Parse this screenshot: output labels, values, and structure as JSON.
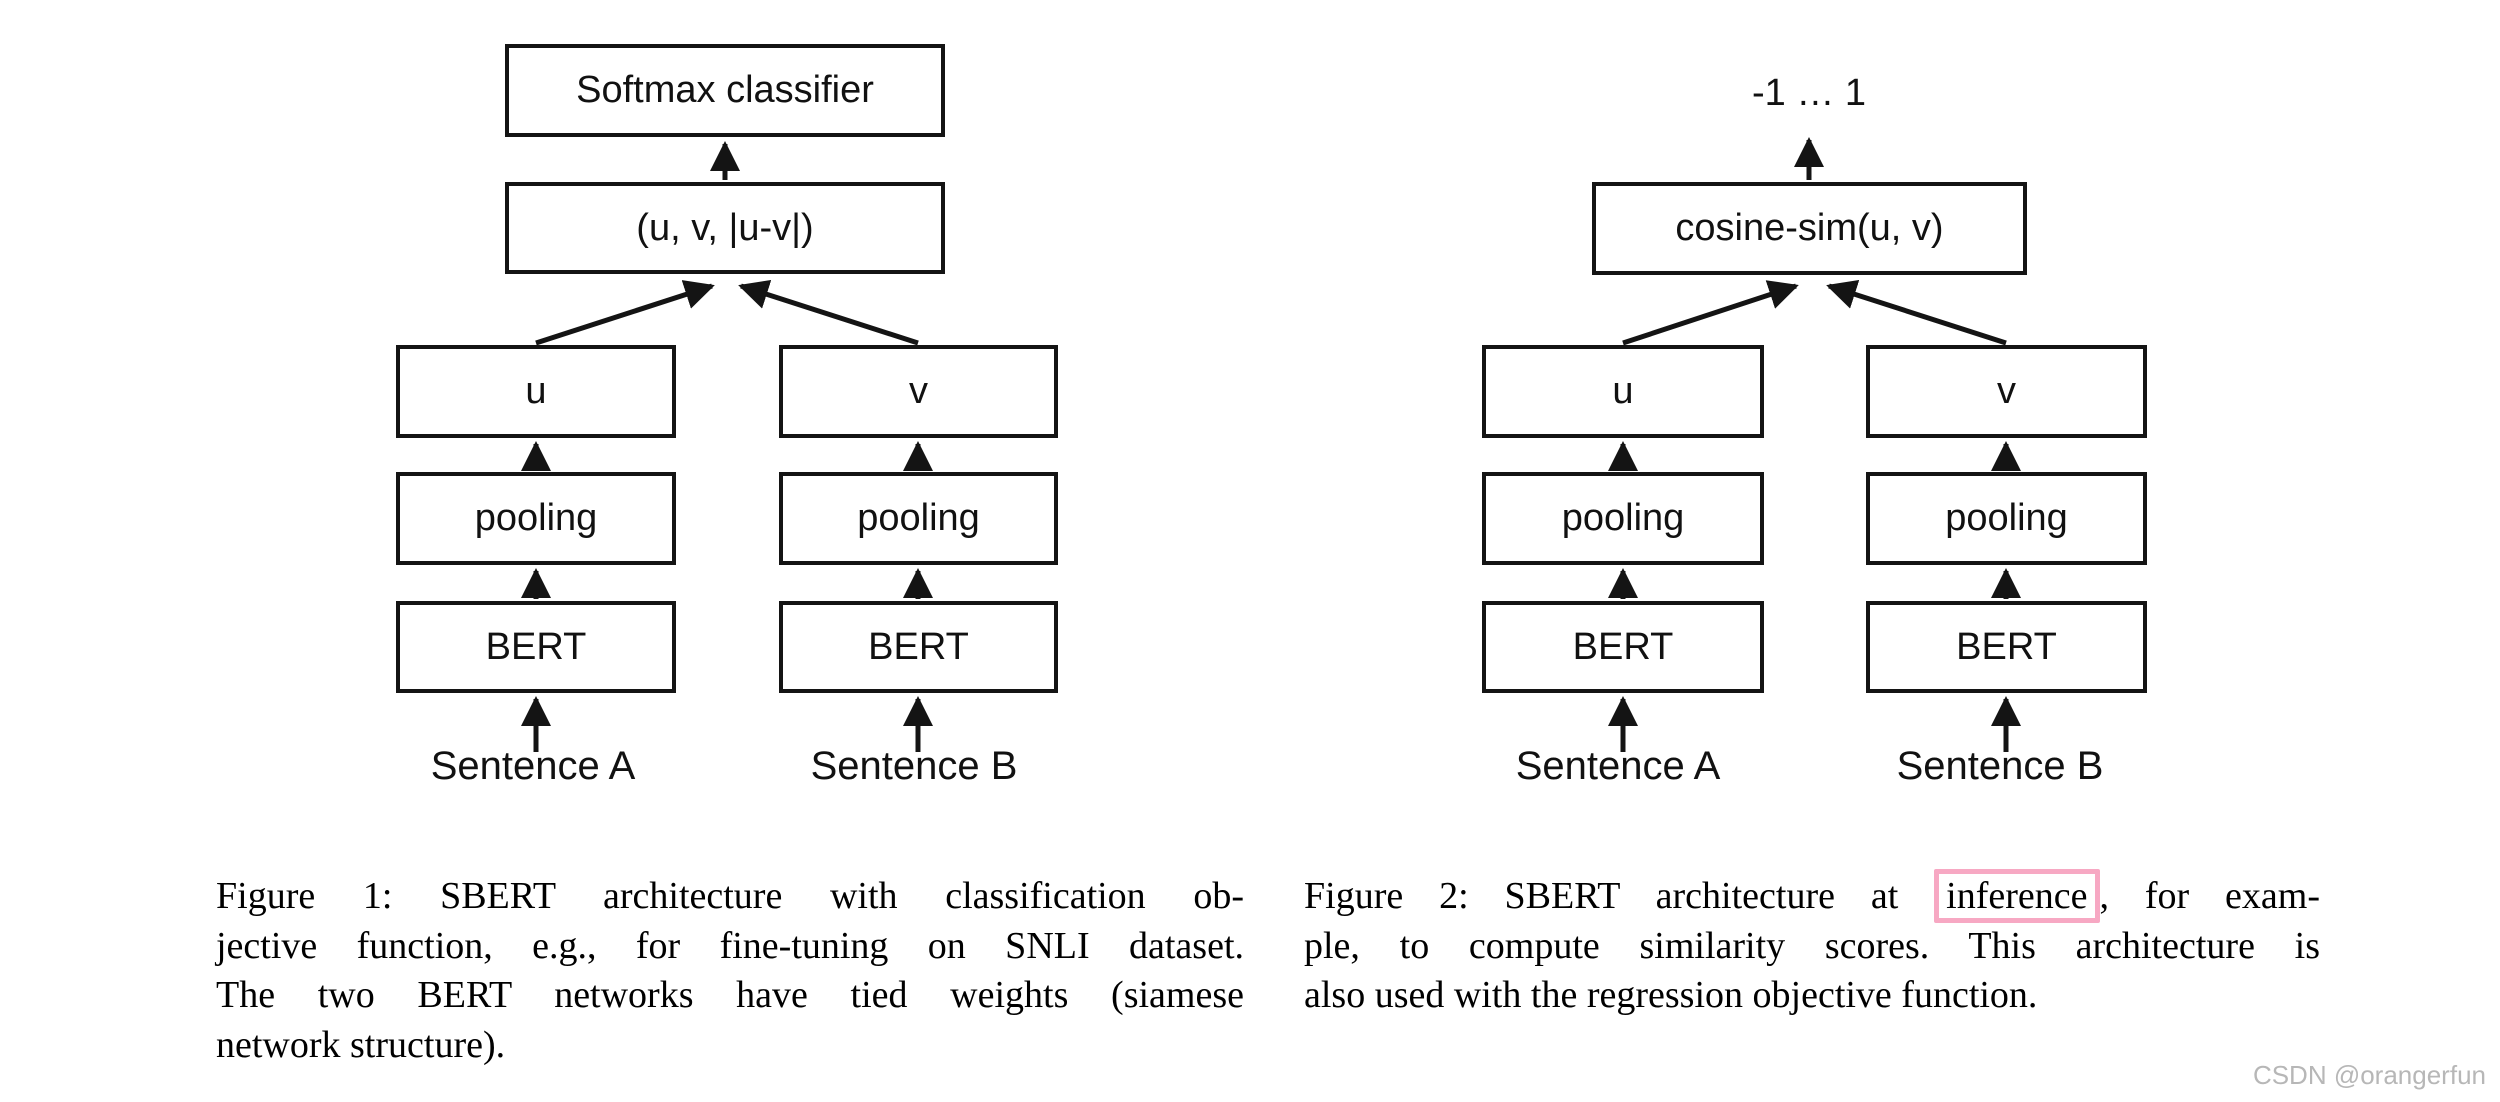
{
  "figure1": {
    "nodes": {
      "softmax": "Softmax classifier",
      "concat": "(u, v, |u-v|)",
      "u": "u",
      "v": "v",
      "pooling_left": "pooling",
      "pooling_right": "pooling",
      "bert_left": "BERT",
      "bert_right": "BERT"
    },
    "inputs": {
      "sentence_a": "Sentence A",
      "sentence_b": "Sentence B"
    },
    "caption": {
      "lines": [
        "Figure 1: SBERT architecture with classification ob-",
        "jective function, e.g., for fine-tuning on SNLI dataset.",
        "The two BERT networks have tied weights (siamese",
        "network structure)."
      ]
    }
  },
  "figure2": {
    "output_label": "-1 … 1",
    "nodes": {
      "cosine": "cosine-sim(u, v)",
      "u": "u",
      "v": "v",
      "pooling_left": "pooling",
      "pooling_right": "pooling",
      "bert_left": "BERT",
      "bert_right": "BERT"
    },
    "inputs": {
      "sentence_a": "Sentence A",
      "sentence_b": "Sentence B"
    },
    "caption": {
      "line1_pre": "Figure 2: SBERT architecture at",
      "line1_highlight": "inference",
      "line1_post": ", for exam-",
      "line2": "ple, to compute similarity scores. This architecture is",
      "line3": "also used with the regression objective function."
    }
  },
  "watermark": "CSDN @orangerfun",
  "colors": {
    "highlight_box_border": "#f7a8c3",
    "watermark_text": "#b7b7b7",
    "diagram_line": "#141414"
  }
}
